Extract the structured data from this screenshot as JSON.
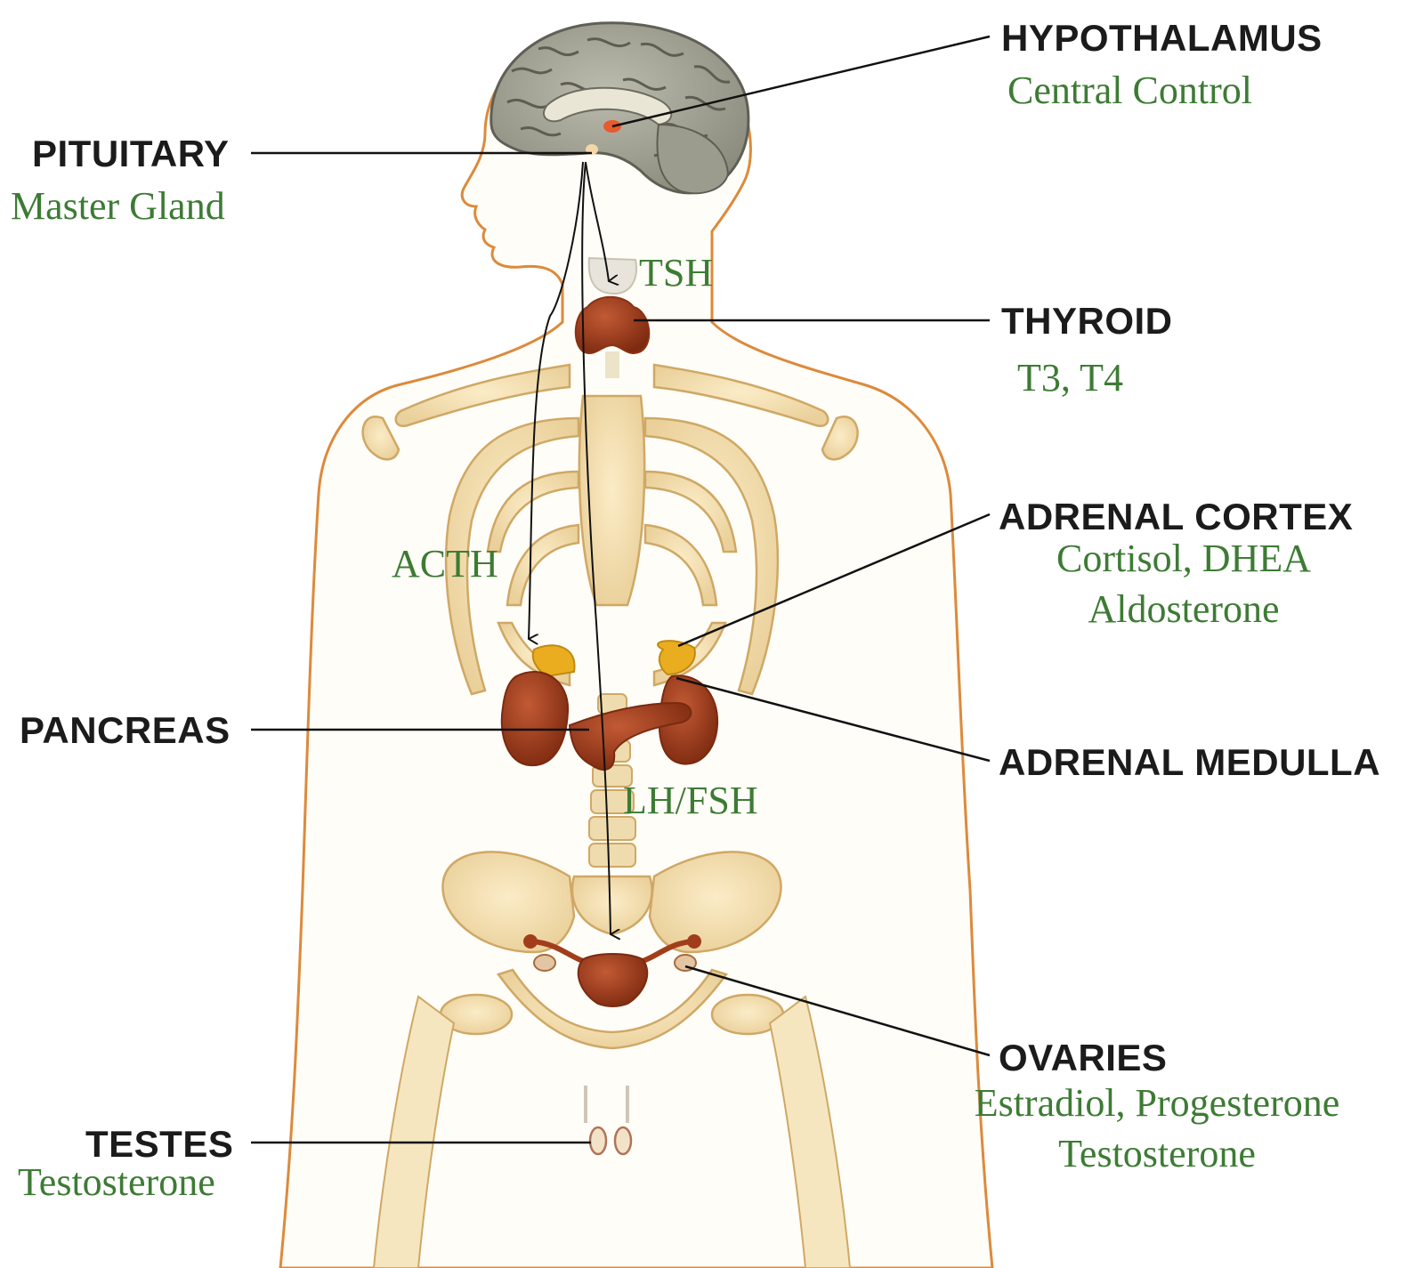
{
  "diagram": {
    "glands": [
      {
        "id": "hypothalamus",
        "name": "HYPOTHALAMUS",
        "hormone_lines": [
          "Central Control"
        ]
      },
      {
        "id": "pituitary",
        "name": "PITUITARY",
        "hormone_lines": [
          "Master Gland"
        ]
      },
      {
        "id": "thyroid",
        "name": "THYROID",
        "hormone_lines": [
          "T3, T4"
        ]
      },
      {
        "id": "adrenal-cortex",
        "name": "ADRENAL CORTEX",
        "hormone_lines": [
          "Cortisol, DHEA",
          "Aldosterone"
        ]
      },
      {
        "id": "pancreas",
        "name": "PANCREAS",
        "hormone_lines": []
      },
      {
        "id": "adrenal-medulla",
        "name": "ADRENAL MEDULLA",
        "hormone_lines": []
      },
      {
        "id": "ovaries",
        "name": "OVARIES",
        "hormone_lines": [
          "Estradiol, Progesterone",
          "Testosterone"
        ]
      },
      {
        "id": "testes",
        "name": "TESTES",
        "hormone_lines": [
          "Testosterone"
        ]
      }
    ],
    "signals": [
      {
        "id": "tsh",
        "label": "TSH",
        "from": "pituitary",
        "to": "thyroid"
      },
      {
        "id": "acth",
        "label": "ACTH",
        "from": "pituitary",
        "to": "adrenal-cortex"
      },
      {
        "id": "lh-fsh",
        "label": "LH/FSH",
        "from": "pituitary",
        "to": "ovaries"
      }
    ],
    "colors": {
      "gland_label": "#1b1b1b",
      "hormone_text": "#3d7b34",
      "skeleton": "#f1d9a4",
      "body_outline": "#d9893a",
      "organ": "#a23d1c",
      "adrenal": "#e7ae1e",
      "leader_line": "#111111"
    }
  }
}
